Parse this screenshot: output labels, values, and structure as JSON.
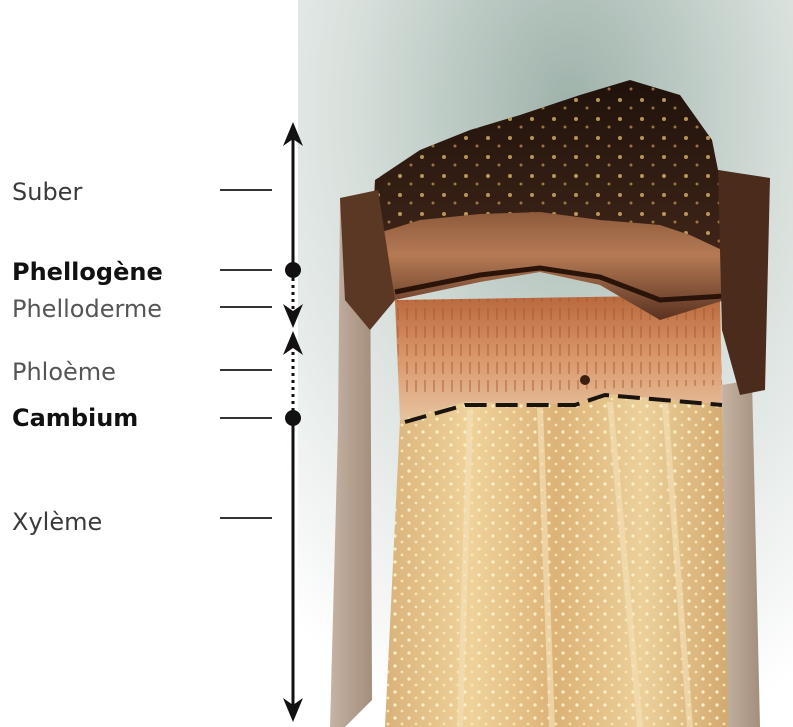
{
  "labels": {
    "suber": "Suber",
    "phellogene": "Phellogène",
    "phelloderme": "Phelloderme",
    "phloeme": "Phloème",
    "cambium": "Cambium",
    "xyleme": "Xylème"
  },
  "colors": {
    "cork_dark": "#2a160c",
    "cork_mid": "#5a3320",
    "phelloderm_orange": "#c9804f",
    "phloem_tan": "#dcb08a",
    "xylem_yellow": "#e2bc7c",
    "side_grey": "#b9a696",
    "arrow": "#111111"
  }
}
